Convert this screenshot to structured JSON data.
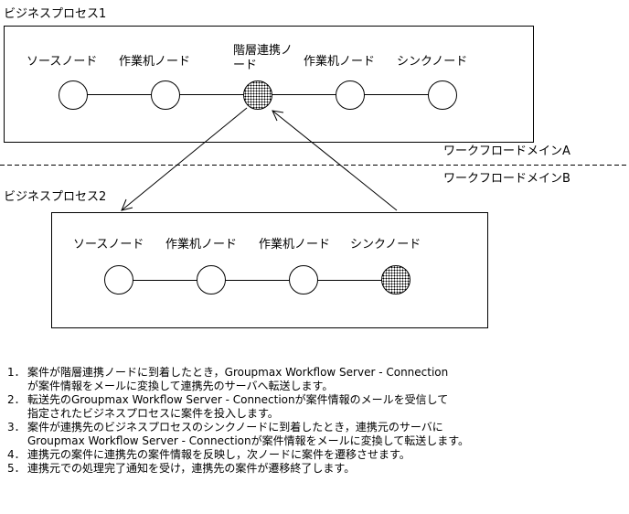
{
  "process1": {
    "title": "ビジネスプロセス1",
    "nodes": [
      {
        "label": "ソースノード",
        "style": "plain"
      },
      {
        "label": "作業机ノード",
        "style": "plain"
      },
      {
        "label": "階層連携ノード",
        "style": "dotted"
      },
      {
        "label": "作業机ノード",
        "style": "plain"
      },
      {
        "label": "シンクノード",
        "style": "plain"
      }
    ]
  },
  "domains": {
    "a": "ワークフロードメインA",
    "b": "ワークフロードメインB"
  },
  "process2": {
    "title": "ビジネスプロセス2",
    "nodes": [
      {
        "label": "ソースノード",
        "style": "plain"
      },
      {
        "label": "作業机ノード",
        "style": "plain"
      },
      {
        "label": "作業机ノード",
        "style": "plain"
      },
      {
        "label": "シンクノード",
        "style": "dotted"
      }
    ]
  },
  "steps": [
    {
      "num": "1．",
      "lines": [
        "案件が階層連携ノードに到着したとき，Groupmax Workflow Server - Connection",
        "が案件情報をメールに変換して連携先のサーバへ転送します。"
      ]
    },
    {
      "num": "2．",
      "lines": [
        "転送先のGroupmax Workflow Server - Connectionが案件情報のメールを受信して",
        "指定されたビジネスプロセスに案件を投入します。"
      ]
    },
    {
      "num": "3．",
      "lines": [
        "案件が連携先のビジネスプロセスのシンクノードに到着したとき，連携元のサーバに",
        "Groupmax Workflow Server - Connectionが案件情報をメールに変換して転送します。"
      ]
    },
    {
      "num": "4．",
      "lines": [
        "連携元の案件に連携先の案件情報を反映し，次ノードに案件を遷移させます。"
      ]
    },
    {
      "num": "5．",
      "lines": [
        "連携元での処理完了通知を受け，連携先の案件が遷移終了します。"
      ]
    }
  ]
}
